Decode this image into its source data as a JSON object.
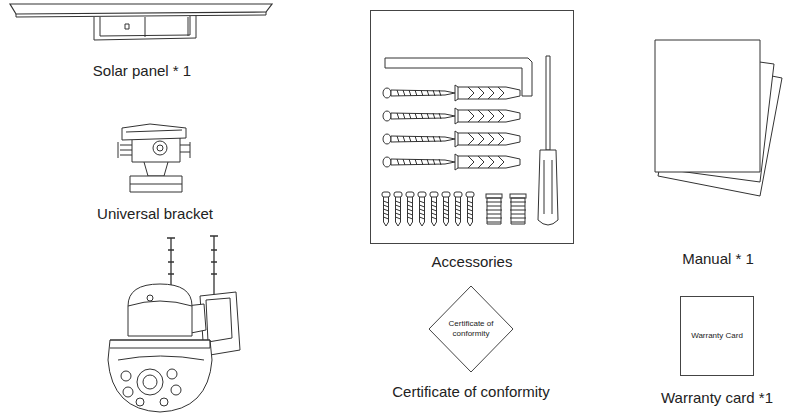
{
  "diagram": {
    "nodes": [
      {
        "text": [
          "Accessories"
        ]
      },
      {
        "text": [
          "Certificate of conformity",
          "Certificate of conformity"
        ]
      },
      {
        "text": [
          "Warranty Card",
          "Warranty card *1"
        ]
      }
    ],
    "labels": [
      "Solar panel * 1",
      "Universal bracket",
      "Manual * 1"
    ]
  }
}
